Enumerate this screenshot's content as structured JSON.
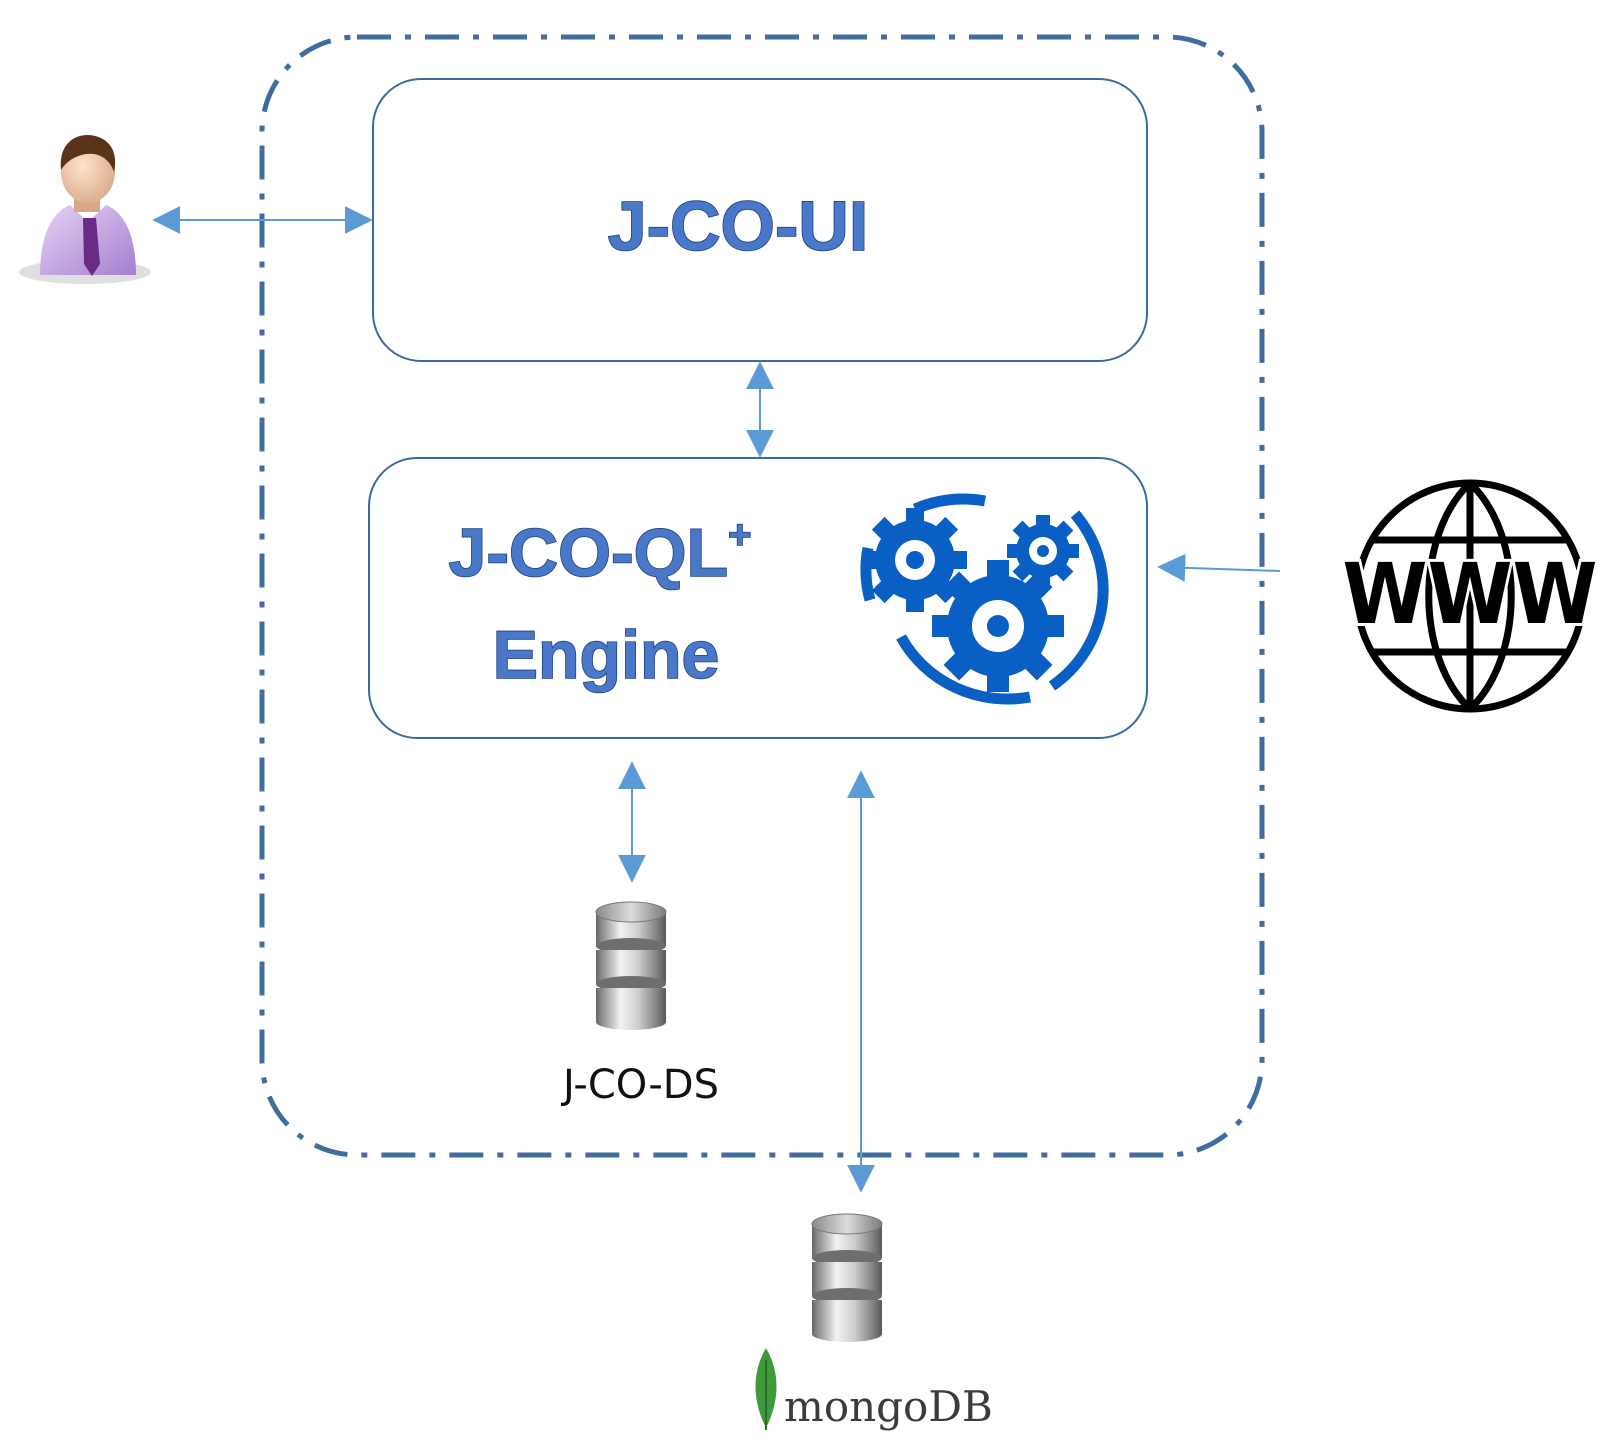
{
  "components": {
    "ui": {
      "title": "J-CO-UI"
    },
    "engine": {
      "title": "J-CO-QL",
      "title_sup": "+",
      "subtitle": "Engine"
    },
    "data_store": {
      "label": "J-CO-DS"
    },
    "mongodb": {
      "label_part1": "mongo",
      "label_part2": "DB"
    },
    "web": {
      "label": "WWW"
    }
  },
  "icons": {
    "user": "user-icon",
    "gears": "gears-icon",
    "database": "database-icon",
    "globe": "globe-icon",
    "leaf": "mongodb-leaf-icon"
  },
  "colors": {
    "boundary": "#3f6e9e",
    "box_border": "#3a6aa5",
    "arrow": "#5b9bd5",
    "title_fill": "#4a78c9",
    "gear": "#0a5fc4"
  }
}
